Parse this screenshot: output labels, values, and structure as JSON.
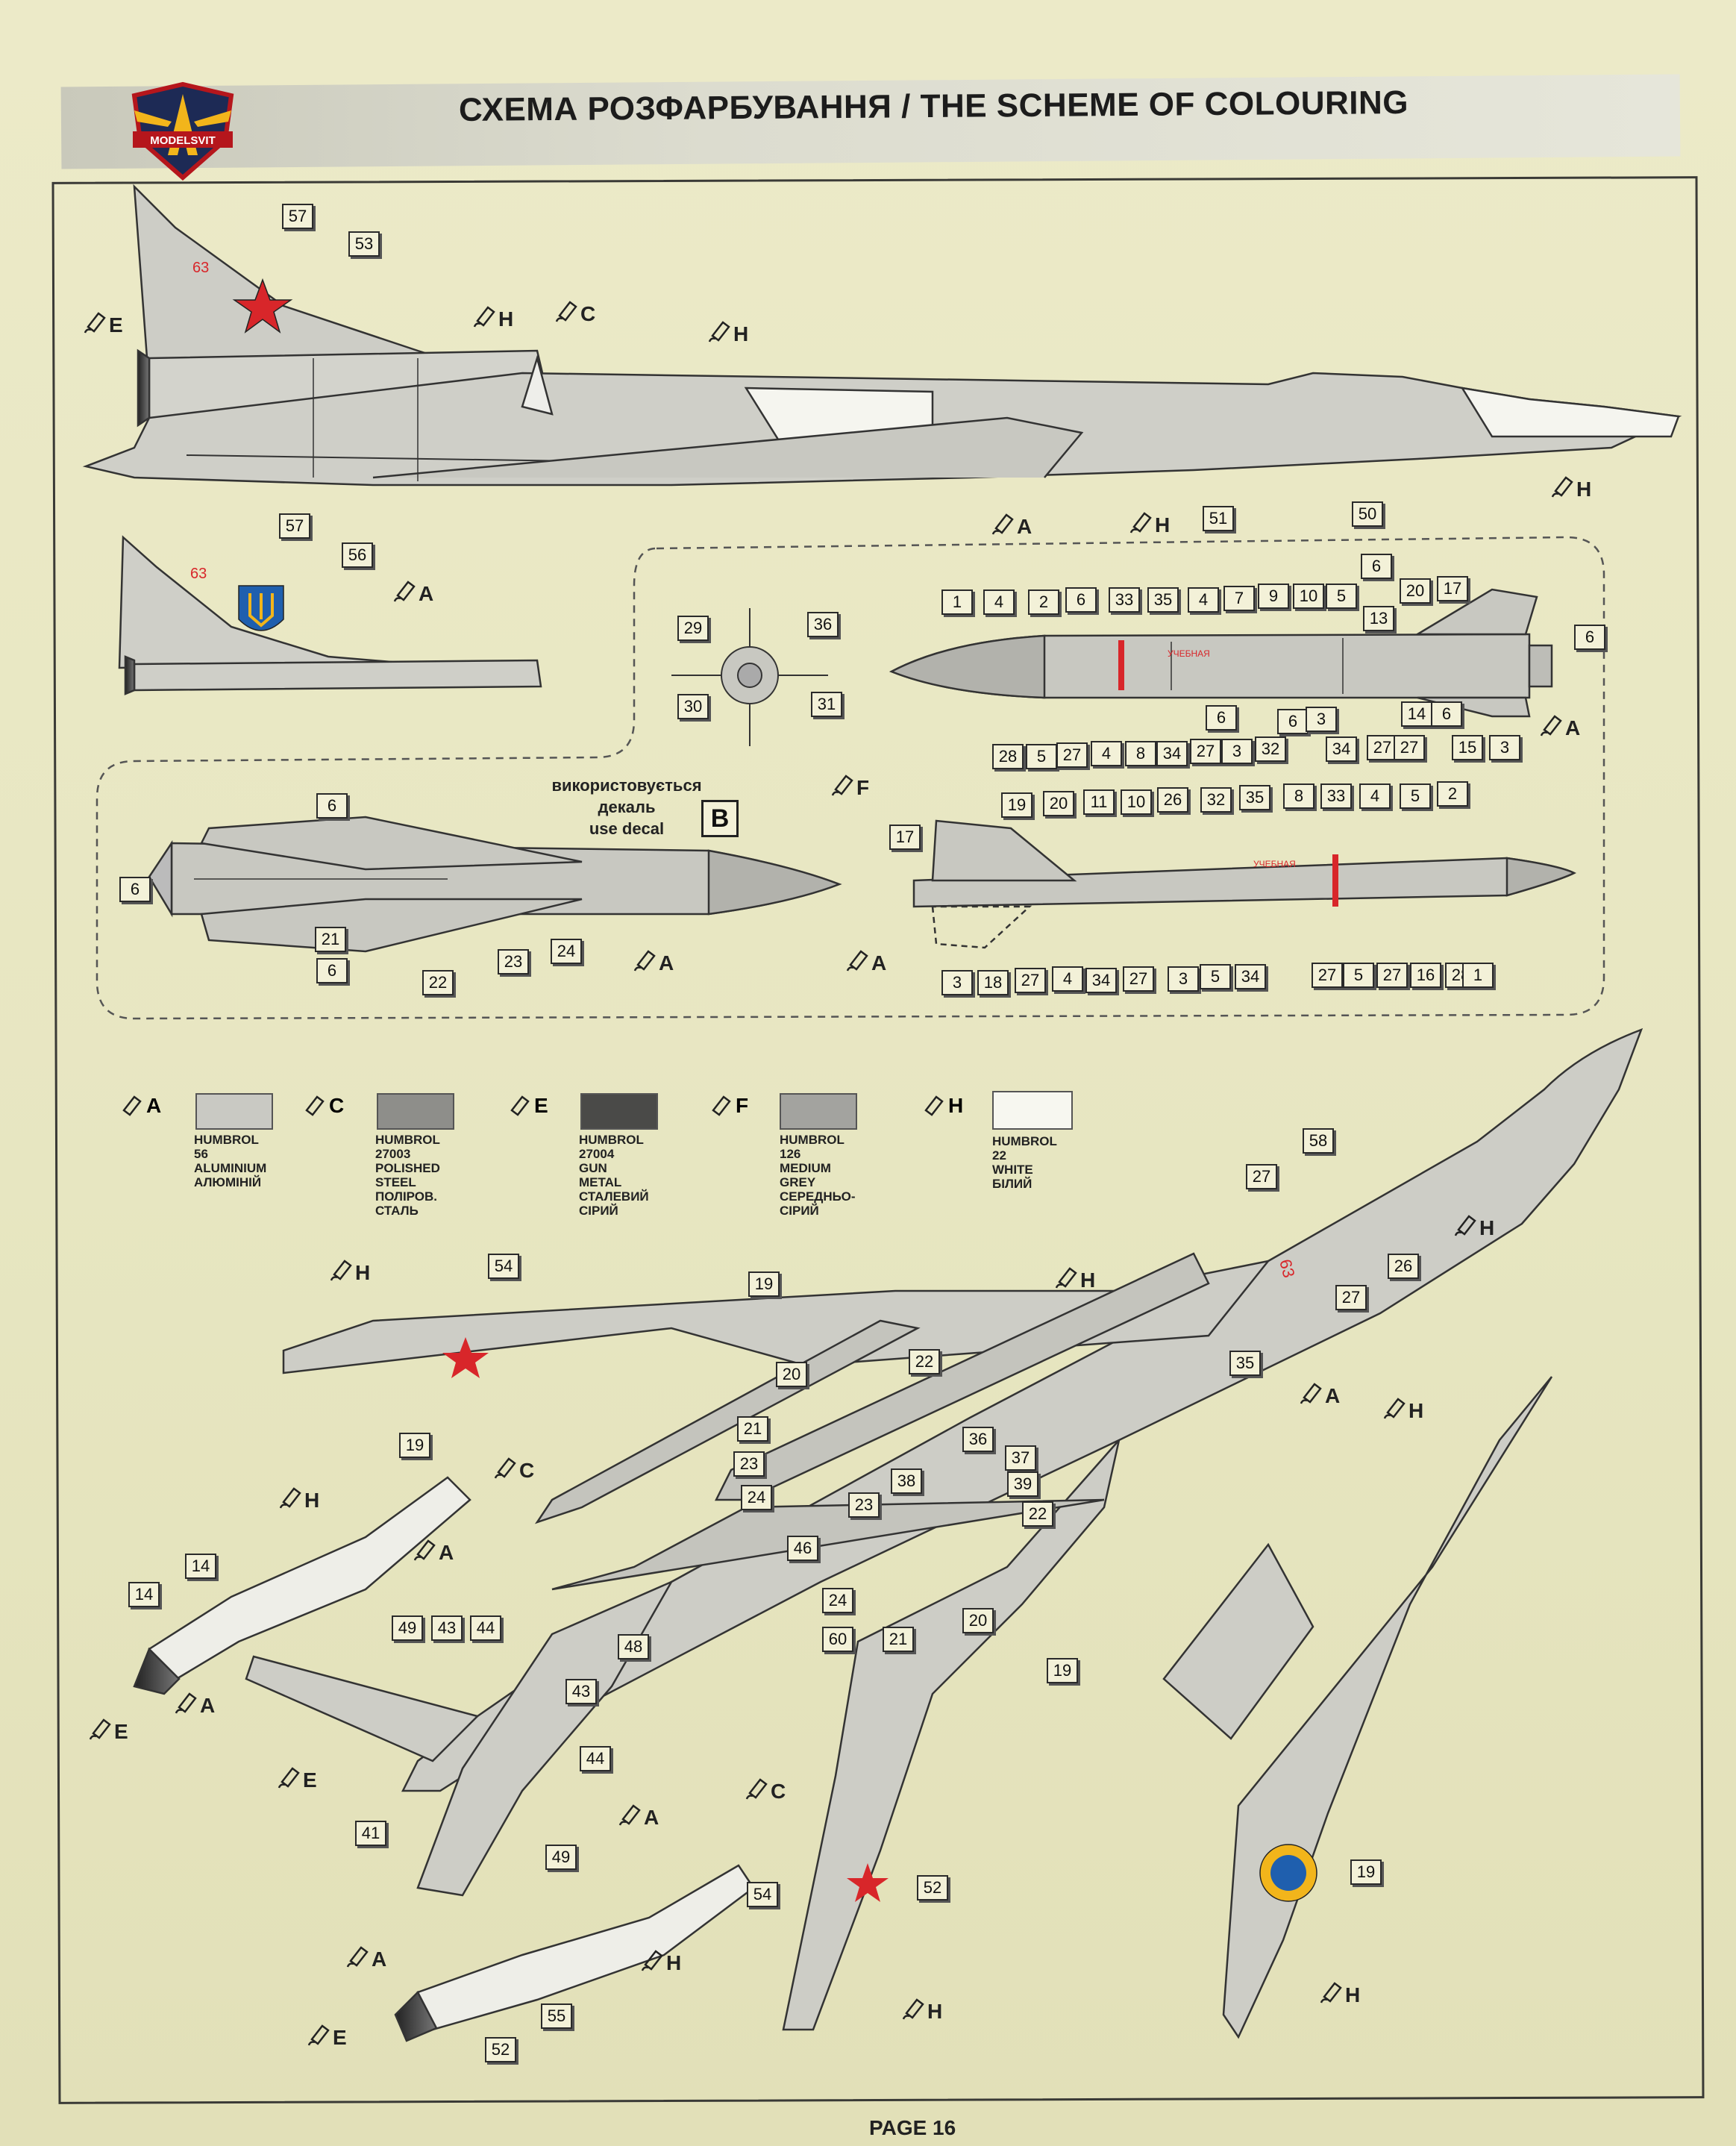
{
  "header": {
    "logo_text": "MODELSVIT",
    "title": "СХЕМА РОЗФАРБУВАННЯ / THE SCHEME OF COLOURING"
  },
  "decal_note": {
    "text": "використовується\nдекаль\nuse decal",
    "decal_letter": "B"
  },
  "colors": [
    {
      "code": "A",
      "name": "HUMBROL 56\nALUMINIUM\nАЛЮМІНІЙ",
      "hex": "#c9c9c3"
    },
    {
      "code": "C",
      "name": "HUMBROL 27003\nPOLISHED STEEL\nПОЛІРОВ. СТАЛЬ",
      "hex": "#8e8e8a"
    },
    {
      "code": "E",
      "name": "HUMBROL 27004\nGUN METAL\nСТАЛЕВИЙ СІРИЙ",
      "hex": "#4a4a48"
    },
    {
      "code": "F",
      "name": "HUMBROL 126\nMEDIUM GREY\nСЕРЕДНЬО-СІРИЙ",
      "hex": "#a3a39f"
    },
    {
      "code": "H",
      "name": "HUMBROL 22\nWHITE\nБІЛИЙ",
      "hex": "#f7f7f0"
    }
  ],
  "markings": {
    "tail_number": "63",
    "star_color": "#d8262a",
    "roundel_outer": "#f2b51b",
    "roundel_inner": "#1f5fae",
    "missile_stencil": "УЧЕБНАЯ"
  },
  "callouts": {
    "side_view": [
      "57",
      "53",
      "50",
      "51"
    ],
    "tail_alt": [
      "57",
      "56"
    ],
    "missile_top": [
      "1",
      "4",
      "2",
      "6",
      "33",
      "35",
      "4",
      "7",
      "9",
      "10",
      "5",
      "6",
      "20",
      "17",
      "13",
      "6",
      "28",
      "5",
      "27",
      "4",
      "8",
      "34",
      "27",
      "3",
      "32",
      "6",
      "6",
      "3",
      "34",
      "27",
      "27",
      "14",
      "6",
      "15",
      "3"
    ],
    "missile_front": [
      "29",
      "36",
      "30",
      "31"
    ],
    "missile_plan": [
      "6",
      "6",
      "21",
      "6",
      "22",
      "23",
      "24"
    ],
    "missile_bottom": [
      "19",
      "20",
      "11",
      "10",
      "26",
      "32",
      "35",
      "8",
      "33",
      "4",
      "5",
      "2",
      "17",
      "3",
      "18",
      "27",
      "4",
      "34",
      "27",
      "3",
      "5",
      "34",
      "27",
      "5",
      "27",
      "16",
      "28",
      "1"
    ],
    "aircraft_lower": [
      "58",
      "27",
      "26",
      "27",
      "54",
      "19",
      "19",
      "22",
      "20",
      "21",
      "23",
      "24",
      "35",
      "36",
      "37",
      "38",
      "39",
      "22",
      "23",
      "46",
      "24",
      "60",
      "21",
      "20",
      "19",
      "48",
      "49",
      "43",
      "44",
      "44",
      "43",
      "41",
      "49",
      "14",
      "52",
      "54",
      "19",
      "55",
      "14",
      "52"
    ]
  },
  "paint_refs": {
    "side": [
      "E",
      "H",
      "C",
      "H",
      "A",
      "H",
      "H"
    ],
    "tail_alt": [
      "A"
    ],
    "missile": [
      "F",
      "A",
      "A",
      "A"
    ],
    "lower": [
      "H",
      "H",
      "H",
      "A",
      "H",
      "C",
      "A",
      "H",
      "E",
      "A",
      "E",
      "C",
      "A",
      "A",
      "H",
      "H",
      "H",
      "E"
    ]
  },
  "footer": {
    "page": "PAGE 16"
  }
}
